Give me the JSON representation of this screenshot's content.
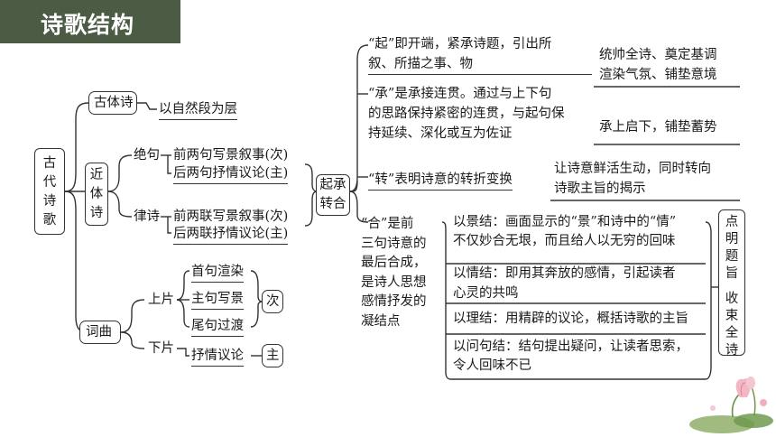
{
  "banner": {
    "title": "诗歌结构"
  },
  "root": {
    "chars": [
      "古",
      "代",
      "诗",
      "歌"
    ]
  },
  "gutishi": {
    "label": "古体诗",
    "desc": "以自然段为层"
  },
  "jintishi": {
    "chars": [
      "近",
      "体",
      "诗"
    ],
    "jueju": {
      "label": "绝句",
      "lines": [
        "前两句写景叙事(次)",
        "后两句抒情议论(主)"
      ]
    },
    "lvshi": {
      "label": "律诗",
      "lines": [
        "前两联写景叙事(次)",
        "后两联抒情议论(主)"
      ]
    }
  },
  "qiche": {
    "lines": [
      "起承",
      "转合"
    ]
  },
  "ciqu": {
    "label": "词曲",
    "shangpian": {
      "label": "上片",
      "items": [
        "首句渲染",
        "主句写景",
        "尾句过渡"
      ],
      "tag": "次"
    },
    "xiapian": {
      "label": "下片",
      "items": [
        "抒情议论"
      ],
      "tag": "主"
    }
  },
  "qi": {
    "lines": [
      "“起”即开端，紧承诗题，引出所",
      "叙、所描之事、物"
    ],
    "effect": [
      "统帅全诗、奠定基调",
      "渲染气氛、铺垫意境"
    ]
  },
  "cheng": {
    "lines": [
      "“承”是承接连贯。通过与上下句",
      "的思路保持紧密的连贯，与起句保",
      "持延续、深化或互为佐证"
    ],
    "effect": [
      "承上启下，铺垫蓄势"
    ]
  },
  "zhuan": {
    "lines": [
      "“转”表明诗意的转折变换"
    ],
    "effect": [
      "让诗意鲜活生动，同时转向",
      "诗歌主旨的揭示"
    ]
  },
  "he": {
    "lines": [
      "“合”是前",
      "三句诗意的",
      "最后合成，",
      "是诗人思想",
      "感情抒发的",
      "凝结点"
    ],
    "methods": [
      {
        "lines": [
          "以景结：画面显示的“景”和诗中的“情”",
          "不仅妙合无垠，而且给人以无穷的回味"
        ]
      },
      {
        "lines": [
          "以情结：即用其奔放的感情，引起读者",
          "心灵的共鸣"
        ]
      },
      {
        "lines": [
          "以理结：用精辟的议论，概括诗歌的主旨"
        ]
      },
      {
        "lines": [
          "以问句结：结句提出疑问，让读者思索，",
          "令人回味不已"
        ]
      }
    ],
    "summary": [
      "点",
      "明",
      "题",
      "旨",
      "收",
      "束",
      "全",
      "诗"
    ]
  }
}
